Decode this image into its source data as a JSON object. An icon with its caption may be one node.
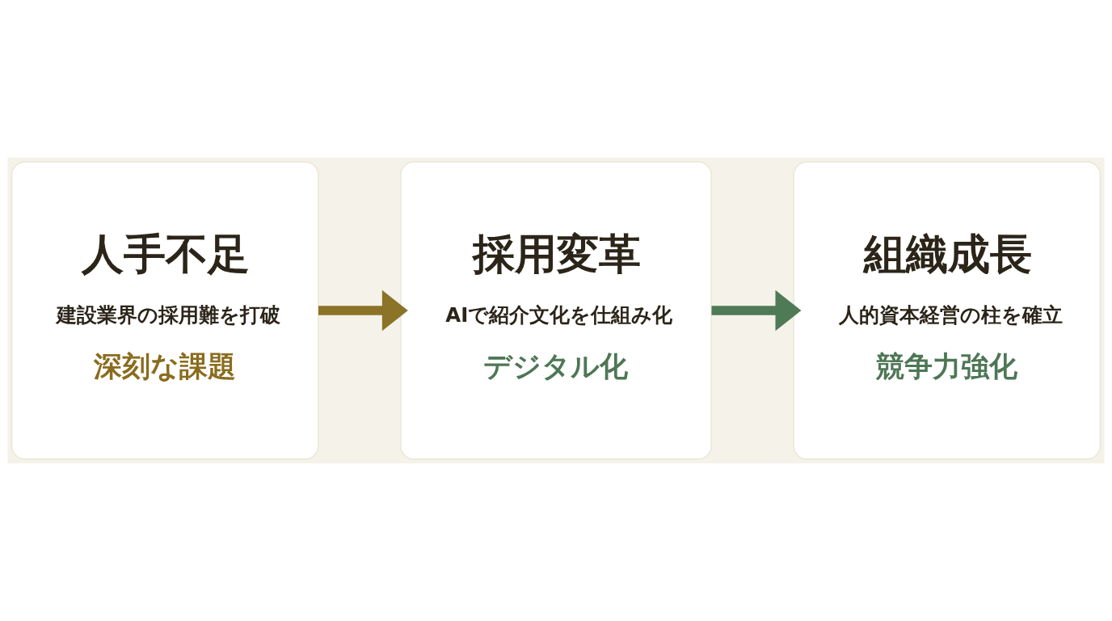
{
  "diagram": {
    "nodes": [
      {
        "text": [
          "人手不足",
          "建設業界の採用難を打破",
          "深刻な課題"
        ]
      },
      {
        "text": [
          "採用変革",
          "AIで紹介文化を仕組み化",
          "デジタル化"
        ]
      },
      {
        "text": [
          "組織成長",
          "人的資本経営の柱を確立",
          "競争力強化"
        ]
      }
    ],
    "edges": [
      {
        "from": 0,
        "to": 1,
        "arrow": "to",
        "color": "#8b7327"
      },
      {
        "from": 1,
        "to": 2,
        "arrow": "to",
        "color": "#4f7a56"
      }
    ]
  }
}
